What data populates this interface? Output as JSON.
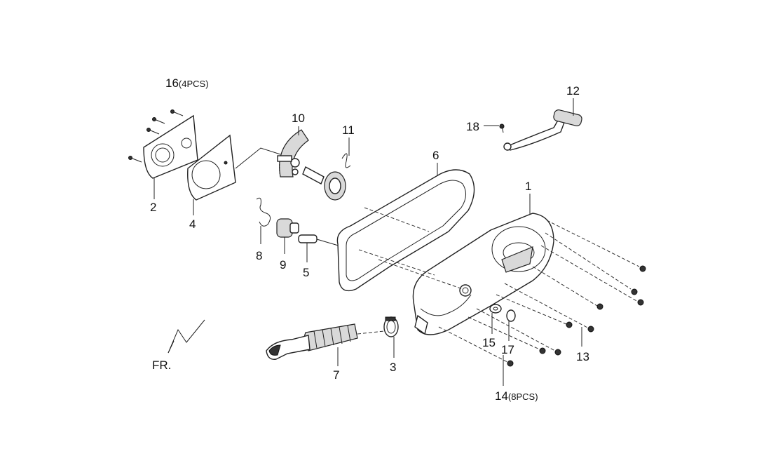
{
  "callouts": {
    "p1": "1",
    "p2": "2",
    "p3": "3",
    "p4": "4",
    "p5": "5",
    "p6": "6",
    "p7": "7",
    "p8": "8",
    "p9": "9",
    "p10": "10",
    "p11": "11",
    "p12": "12",
    "p13": "13",
    "p14": "14",
    "p15": "15",
    "p16": "16",
    "p17": "17",
    "p18": "18"
  },
  "quantities": {
    "p14": "(8PCS)",
    "p16": "(4PCS)"
  },
  "direction_label": "FR."
}
